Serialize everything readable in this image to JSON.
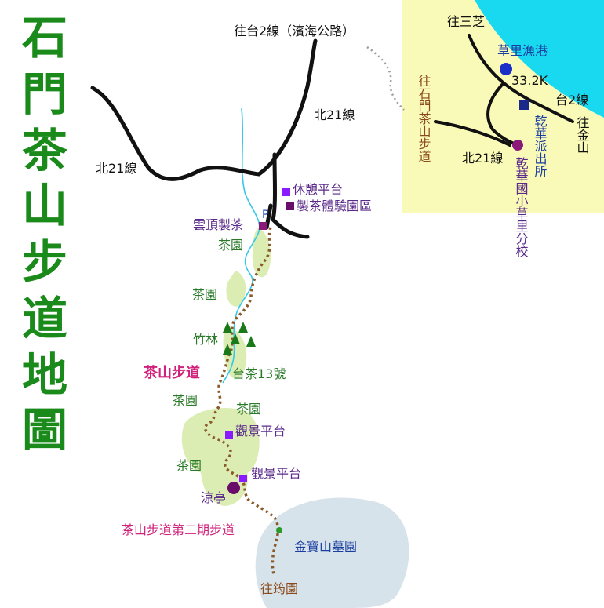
{
  "title": {
    "chars": [
      "石",
      "門",
      "茶",
      "山",
      "步",
      "道",
      "地",
      "圖"
    ],
    "color": "#1a8a1a"
  },
  "roads": {
    "coastal": "往台2線（濱海公路）",
    "bei21_top": "北21線",
    "bei21_left": "北21線",
    "bei21_inset": "北21線",
    "tai2_inset": "台2線"
  },
  "points": {
    "rest_platform": "休憩平台",
    "tea_experience": "製茶體驗園區",
    "yunding_tea": "雲頂製茶",
    "parking": "P",
    "viewing_platform_1": "觀景平台",
    "viewing_platform_2": "觀景平台",
    "pavilion": "涼亭",
    "trailhead_phase2": "茶山步道第二期步道",
    "cemetery": "金寶山墓園",
    "to_yunyuan": "往筠園"
  },
  "areas": {
    "tea_garden_1": "茶園",
    "tea_garden_2": "茶園",
    "bamboo": "竹林",
    "tai_cha": "台茶13號",
    "tea_garden_3": "茶園",
    "tea_garden_4": "茶園",
    "tea_garden_5": "茶園"
  },
  "trail_label": "茶山步道",
  "inset": {
    "to_sanzhi": "往三芝",
    "caoli_port": "草里漁港",
    "km": "33.2K",
    "to_jinshan": "往金山",
    "to_trail": "往石門茶山步道",
    "police_station": "乾華派出所",
    "school": "乾華國小草里分校"
  },
  "colors": {
    "title": "#1a8a1a",
    "road": "#111111",
    "trail": "#8b5a2b",
    "stream": "#35c8e8",
    "tea_area": "#dcedb4",
    "marker": "#6a0dad",
    "purple_text": "#5a2a8a",
    "magenta": "#d0207a",
    "inset_bg": "#fafab8",
    "sea": "#19d9f0",
    "cemetery": "#d7e3ea",
    "green_text": "#2a7a2a",
    "blue_text": "#1b3fa0"
  }
}
